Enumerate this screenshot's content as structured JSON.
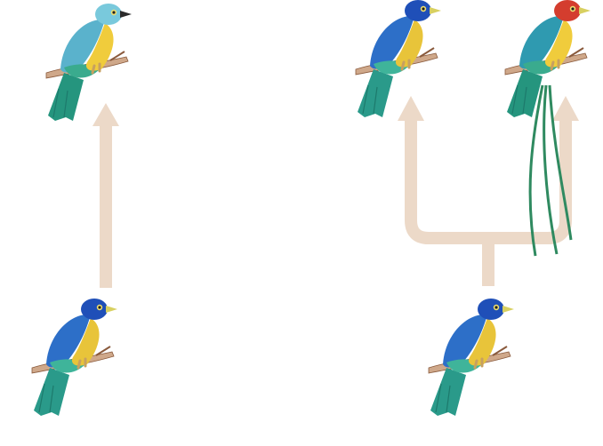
{
  "diagram": {
    "type": "evolution-pathways",
    "colors": {
      "background": "#ffffff",
      "arrow": "#ecd9c8",
      "branch": "#cfa88a",
      "branch_dark": "#8a5a3c",
      "foot": "#c7a060",
      "eye_ring": "#f0e070",
      "eye": "#222222",
      "plumes": "#2f8a60"
    },
    "panels": [
      {
        "pathway": "anagenesis",
        "ancestor": {
          "species": "ancestral-bird",
          "colors": {
            "head": "#1f4fb8",
            "back": "#2d6fc8",
            "breast": "#e8c43a",
            "belly": "#3fb49a",
            "tail": "#2a9a8a",
            "beak": "#d8d060"
          }
        },
        "descendants": [
          {
            "species": "descendant-bird-turquoise",
            "colors": {
              "head": "#79c9dc",
              "back": "#5ab2cc",
              "breast": "#f0cc3c",
              "belly": "#3aab8e",
              "tail": "#25957e",
              "beak": "#2b2b2b"
            }
          }
        ]
      },
      {
        "pathway": "cladogenesis",
        "ancestor": {
          "species": "ancestral-bird",
          "colors": {
            "head": "#1f4fb8",
            "back": "#2d6fc8",
            "breast": "#e8c43a",
            "belly": "#3fb49a",
            "tail": "#2a9a8a",
            "beak": "#d8d060"
          }
        },
        "descendants": [
          {
            "species": "descendant-bird-blue",
            "colors": {
              "head": "#1f4fb8",
              "back": "#2d6fc8",
              "breast": "#e8c43a",
              "belly": "#3fb49a",
              "tail": "#2a9a8a",
              "beak": "#d8d060"
            }
          },
          {
            "species": "descendant-bird-long-tailed",
            "colors": {
              "head": "#d43d2e",
              "back": "#2f9ab0",
              "breast": "#f0cc3c",
              "belly": "#3aab8e",
              "tail": "#25957e",
              "beak": "#d8d060"
            },
            "has_tail_plumes": true
          }
        ]
      }
    ]
  }
}
